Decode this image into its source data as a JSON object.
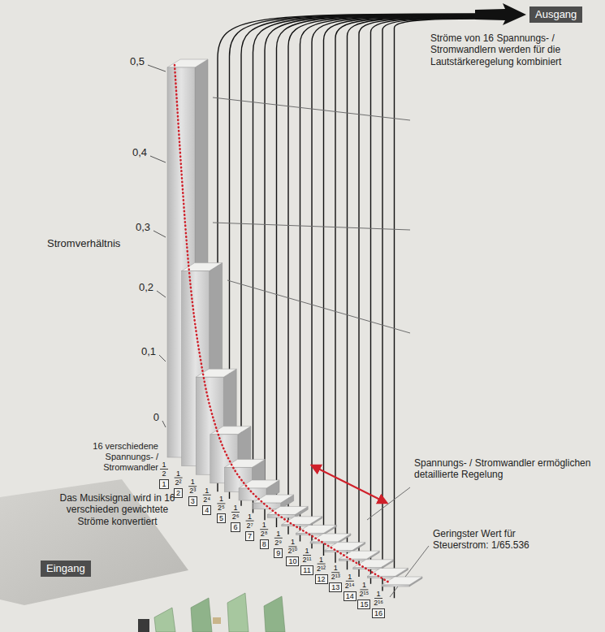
{
  "diagram": {
    "nodes": [
      {
        "text": [
          "Ausgang"
        ]
      },
      {
        "text": [
          "1"
        ]
      },
      {
        "text": [
          "2"
        ]
      },
      {
        "text": [
          "3"
        ]
      },
      {
        "text": [
          "4"
        ]
      },
      {
        "text": [
          "5"
        ]
      },
      {
        "text": [
          "6"
        ]
      },
      {
        "text": [
          "7"
        ]
      },
      {
        "text": [
          "8"
        ]
      },
      {
        "text": [
          "9"
        ]
      },
      {
        "text": [
          "10"
        ]
      },
      {
        "text": [
          "11"
        ]
      },
      {
        "text": [
          "12"
        ]
      },
      {
        "text": [
          "13"
        ]
      },
      {
        "text": [
          "14"
        ]
      },
      {
        "text": [
          "15"
        ]
      },
      {
        "text": [
          "16"
        ]
      },
      {
        "text": [
          "Eingang"
        ]
      }
    ],
    "labels": [
      "Ströme von 16 Spannungs- / Stromwandlern werden für die Lautstärkeregelung kombiniert",
      "0,5",
      "0,4",
      "0,3",
      "0,2",
      "0,1",
      "0",
      "Stromverhältnis",
      "16 verschiedene Spannungs- / Stromwandler",
      "1",
      "2",
      "1",
      "2²",
      "1",
      "2³",
      "1",
      "2⁴",
      "1",
      "2⁵",
      "1",
      "2⁶",
      "1",
      "2⁷",
      "1",
      "2⁸",
      "1",
      "2⁹",
      "1",
      "2¹⁰",
      "1",
      "2¹¹",
      "1",
      "2¹²",
      "1",
      "2¹³",
      "1",
      "2¹⁴",
      "1",
      "2¹⁵",
      "1",
      "2¹⁶",
      "Spannungs- / Stromwandler ermöglichen detaillierte Regelung",
      "Geringster Wert für Steuerstrom: 1/65.536",
      "Das Musiksignal wird in 16 verschieden gewichtete Ströme konvertiert"
    ]
  }
}
